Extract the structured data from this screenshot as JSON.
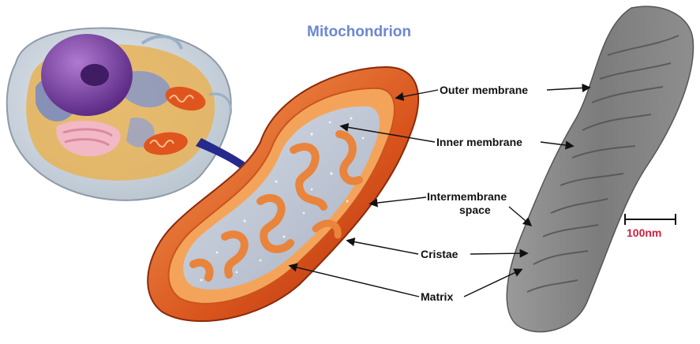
{
  "title": "Mitochondrion",
  "colors": {
    "title": "#6b87d4",
    "scale": "#d11f3c",
    "arrow": "#262a8c",
    "outer": "#d4521c",
    "inner": "#f0a055",
    "matrix": "#bfc7d6"
  },
  "labels": {
    "outer_membrane": "Outer membrane",
    "inner_membrane": "Inner membrane",
    "intermembrane_space_1": "Intermembrane",
    "intermembrane_space_2": "space",
    "cristae": "Cristae",
    "matrix": "Matrix"
  },
  "scale_bar": {
    "label": "100nm"
  }
}
